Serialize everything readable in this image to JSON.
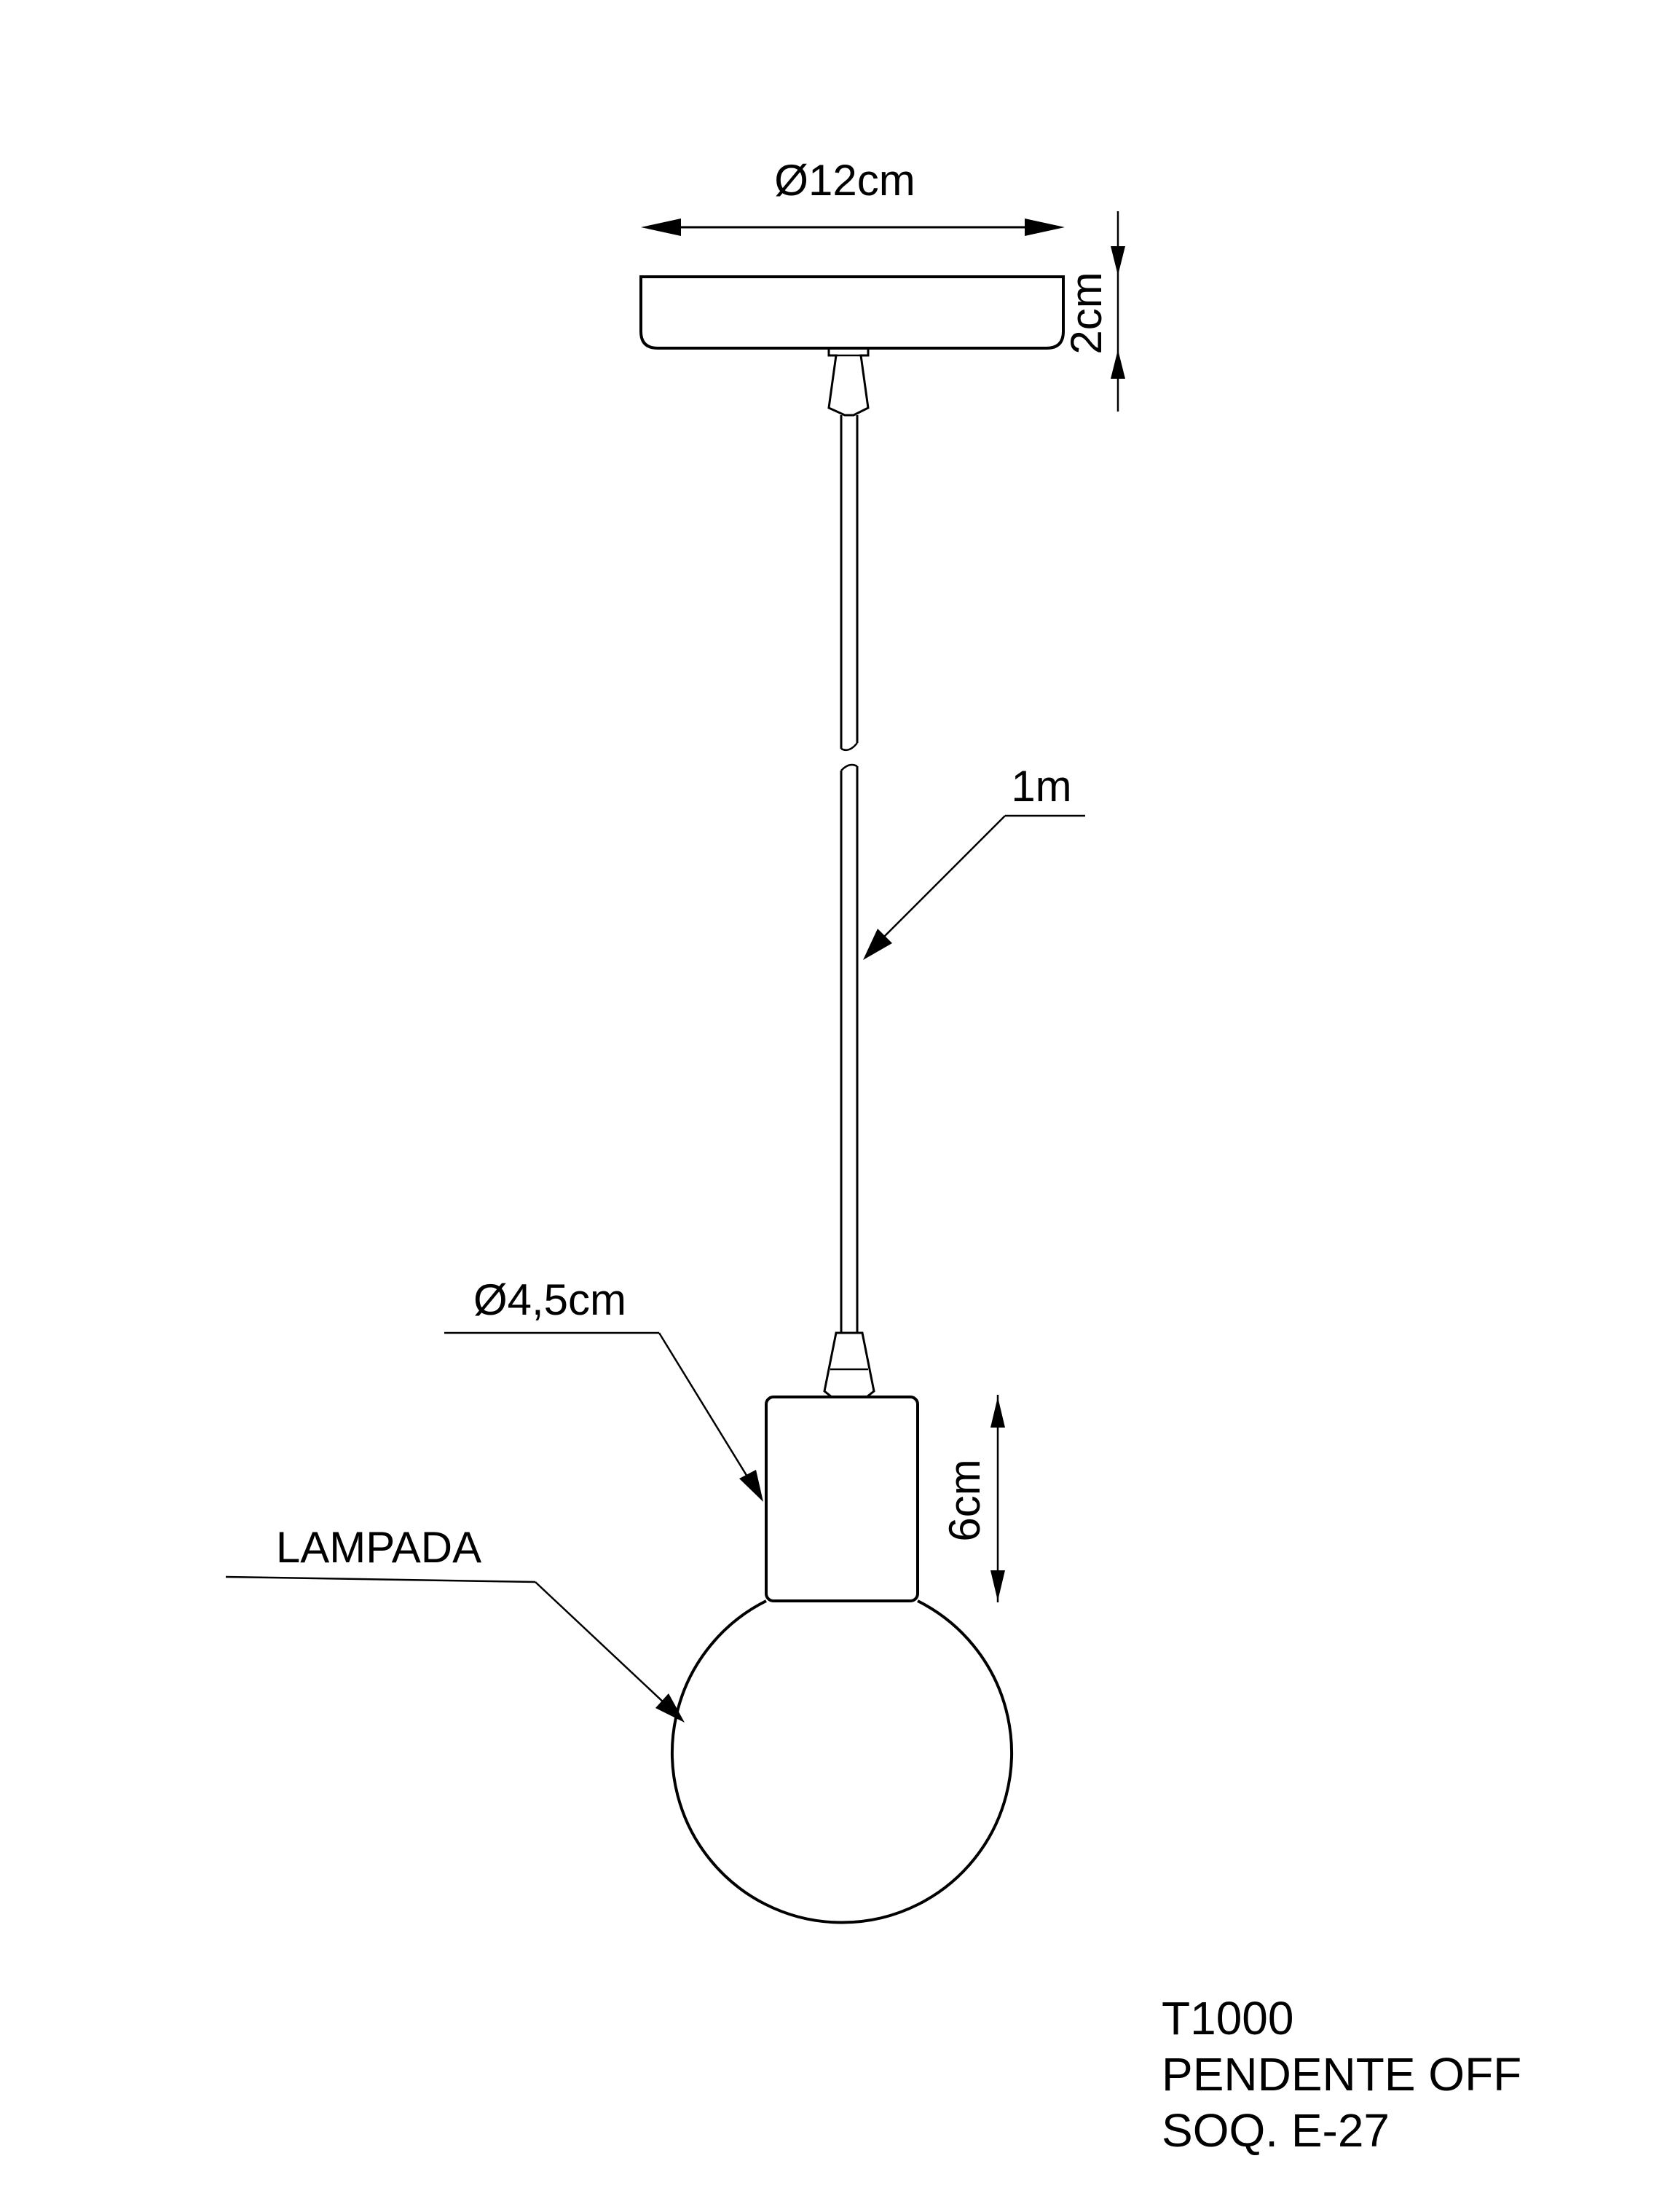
{
  "dimensions": {
    "canopy_diameter": "Ø12cm",
    "canopy_height": "2cm",
    "cable_length": "1m",
    "socket_diameter": "Ø4,5cm",
    "socket_height": "6cm"
  },
  "labels": {
    "bulb": "LAMPADA"
  },
  "title_block": {
    "code": "T1000",
    "name": "PENDENTE OFF",
    "socket": "SOQ. E-27"
  }
}
